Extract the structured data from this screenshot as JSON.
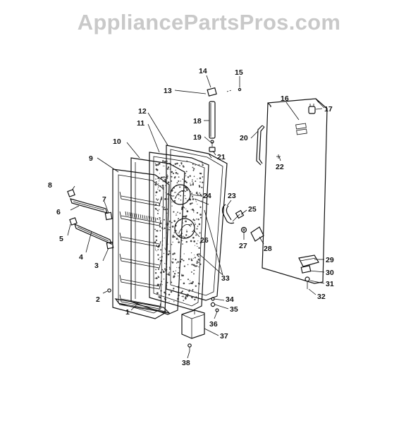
{
  "watermark": "AppliancePartsPros.com",
  "callouts": [
    {
      "id": "c1",
      "text": "1"
    },
    {
      "id": "c2",
      "text": "2"
    },
    {
      "id": "c3",
      "text": "3"
    },
    {
      "id": "c4",
      "text": "4"
    },
    {
      "id": "c5",
      "text": "5"
    },
    {
      "id": "c6",
      "text": "6"
    },
    {
      "id": "c7",
      "text": "7"
    },
    {
      "id": "c8",
      "text": "8"
    },
    {
      "id": "c9",
      "text": "9"
    },
    {
      "id": "c10",
      "text": "10"
    },
    {
      "id": "c11",
      "text": "11"
    },
    {
      "id": "c12",
      "text": "12"
    },
    {
      "id": "c13",
      "text": "13"
    },
    {
      "id": "c14",
      "text": "14"
    },
    {
      "id": "c15",
      "text": "15"
    },
    {
      "id": "c16",
      "text": "16"
    },
    {
      "id": "c17",
      "text": "17"
    },
    {
      "id": "c18",
      "text": "18"
    },
    {
      "id": "c19",
      "text": "19"
    },
    {
      "id": "c20",
      "text": "20"
    },
    {
      "id": "c21",
      "text": "21"
    },
    {
      "id": "c22",
      "text": "22"
    },
    {
      "id": "c23",
      "text": "23"
    },
    {
      "id": "c24",
      "text": "24"
    },
    {
      "id": "c25",
      "text": "25"
    },
    {
      "id": "c26",
      "text": "26"
    },
    {
      "id": "c27",
      "text": "27"
    },
    {
      "id": "c28",
      "text": "28"
    },
    {
      "id": "c29",
      "text": "29"
    },
    {
      "id": "c30",
      "text": "30"
    },
    {
      "id": "c31",
      "text": "31"
    },
    {
      "id": "c32",
      "text": "32"
    },
    {
      "id": "c33",
      "text": "33"
    },
    {
      "id": "c34",
      "text": "34"
    },
    {
      "id": "c35",
      "text": "35"
    },
    {
      "id": "c36",
      "text": "36"
    },
    {
      "id": "c37",
      "text": "37"
    },
    {
      "id": "c38",
      "text": "38"
    }
  ]
}
